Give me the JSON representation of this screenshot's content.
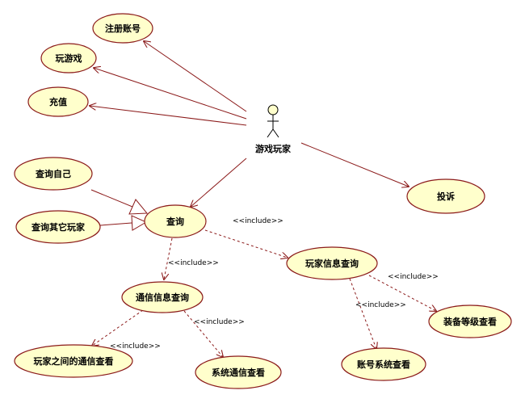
{
  "actor": {
    "name": "游戏玩家"
  },
  "use_cases": {
    "register": "注册账号",
    "play": "玩游戏",
    "recharge": "充值",
    "complain": "投诉",
    "query_self": "查询自己",
    "query_others": "查询其它玩家",
    "query": "查询",
    "comm_query": "通信信息查询",
    "player_query": "玩家信息查询",
    "player_comm": "玩家之间的通信查看",
    "system_comm": "系统通信查看",
    "account_system": "账号系统查看",
    "equipment_level": "装备等级查看"
  },
  "stereotypes": {
    "include": "<<include>>"
  },
  "colors": {
    "use_case_fill": "#ffffcc",
    "line": "#8b1a1a"
  }
}
